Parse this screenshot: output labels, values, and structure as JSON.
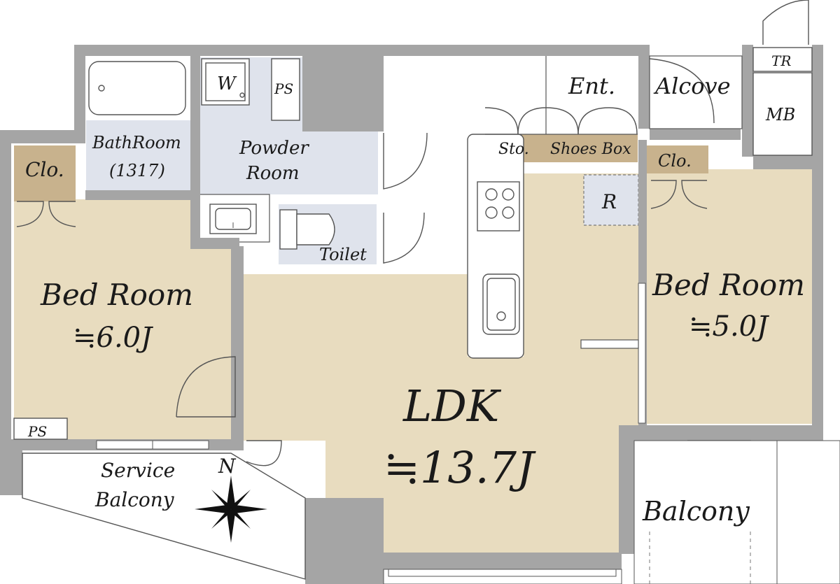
{
  "colors": {
    "wall": "#a5a5a5",
    "room_tan": "#e8dcbf",
    "wet_area_blue": "#dfe3ec",
    "storage_brown": "#c8b28d",
    "white": "#ffffff"
  },
  "rooms": {
    "bedroom_left": {
      "name": "Bed Room",
      "size": "≒6.0J"
    },
    "bedroom_right": {
      "name": "Bed Room",
      "size": "≒5.0J"
    },
    "ldk": {
      "name": "LDK",
      "size": "≒13.7J"
    },
    "bathroom": {
      "name": "BathRoom",
      "size": "(1317)"
    },
    "powder_room": {
      "line1": "Powder",
      "line2": "Room"
    },
    "toilet": "Toilet",
    "entrance": "Ent.",
    "alcove": "Alcove",
    "meter_box": "MB",
    "tr": "TR",
    "service_balcony": {
      "line1": "Service",
      "line2": "Balcony"
    },
    "balcony": "Balcony"
  },
  "labels": {
    "closet_left": "Clo.",
    "closet_right": "Clo.",
    "storage": "Sto.",
    "shoes_box": "Shoes Box",
    "ps_top": "PS",
    "ps_bottom": "PS",
    "washer": "W",
    "refrigerator": "R",
    "north": "N"
  },
  "icons": [
    "compass-icon",
    "bathtub-icon",
    "washbasin-icon",
    "toilet-icon",
    "stove-icon",
    "kitchen-sink-icon",
    "door-swing-icon"
  ]
}
